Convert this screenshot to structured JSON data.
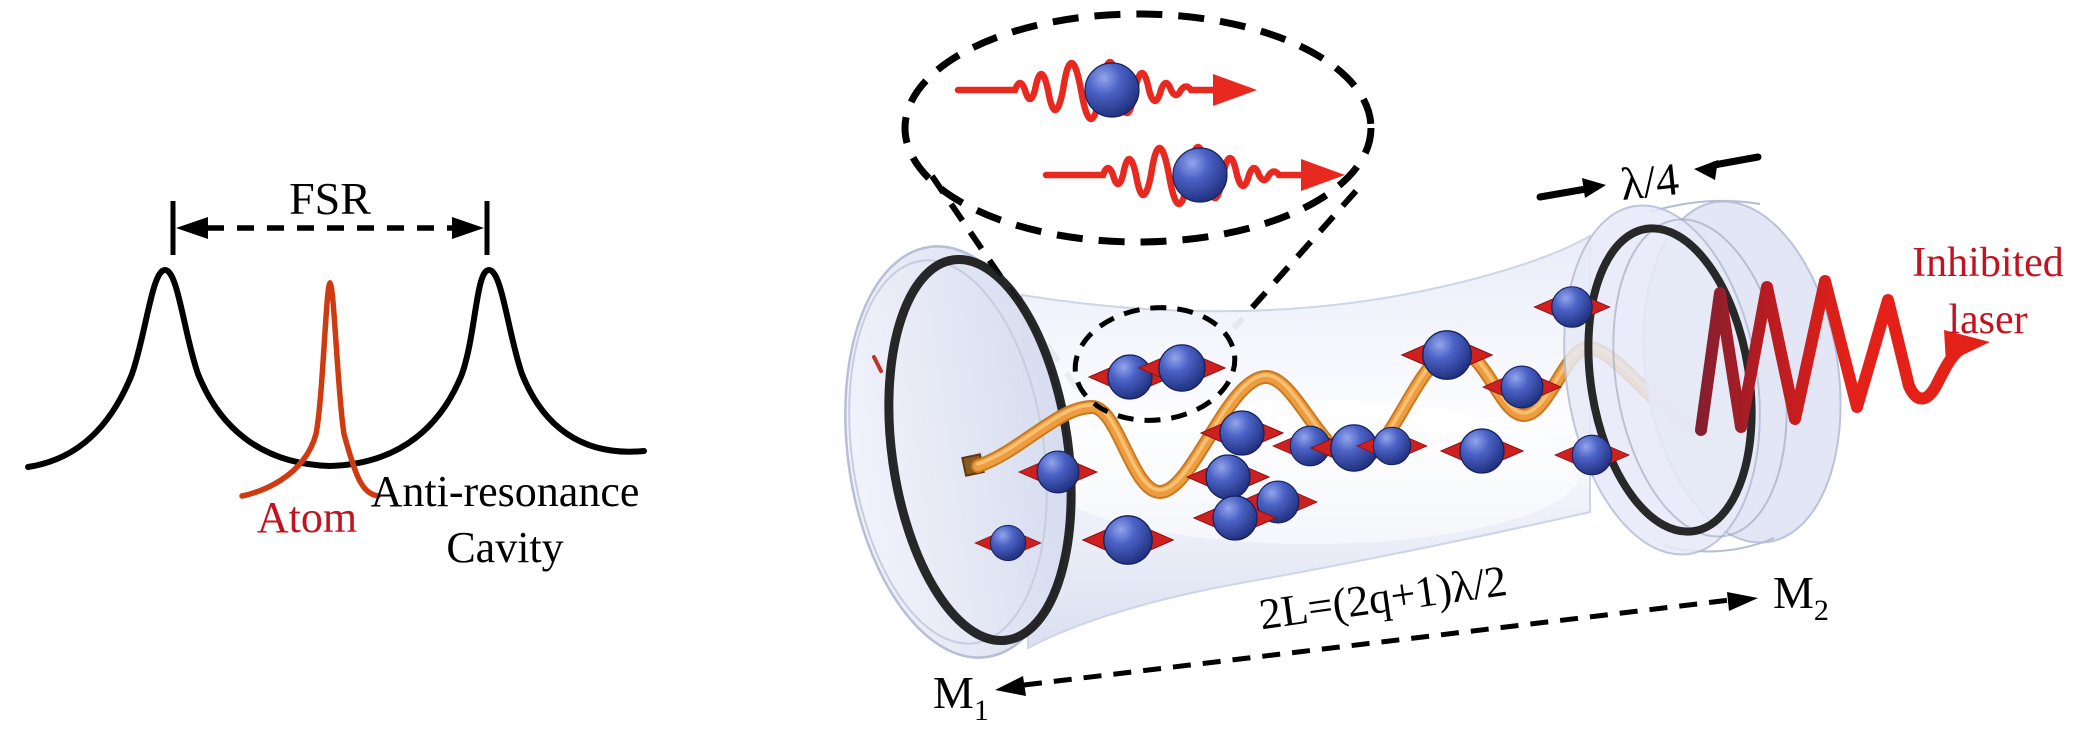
{
  "figure": {
    "left_plot": {
      "fsr_label": "FSR",
      "atom_label": "Atom",
      "cavity_line1": "Anti-resonance",
      "cavity_line2": "Cavity"
    },
    "cavity_scene": {
      "quarter_wave_label": "λ/4",
      "inhibited_line1": "Inhibited",
      "inhibited_line2": "laser",
      "length_formula": "2L=(2q+1)λ/2",
      "mirror1_base": "M",
      "mirror1_sub": "1",
      "mirror2_base": "M",
      "mirror2_sub": "2"
    },
    "colors": {
      "cavity_resonance_curve": "#000000",
      "atom_resonance_curve": "#d03a10",
      "red_label_text": "#c11420",
      "photon_wave_red": "#e8291f",
      "output_laser_red": "#e32119",
      "atom_sphere_blue": "#3550b2",
      "atom_arrow_red": "#cf2020",
      "intracavity_wave_orange": "#ef9c40",
      "mirror_glass_blue": "#dfe4f4"
    }
  }
}
